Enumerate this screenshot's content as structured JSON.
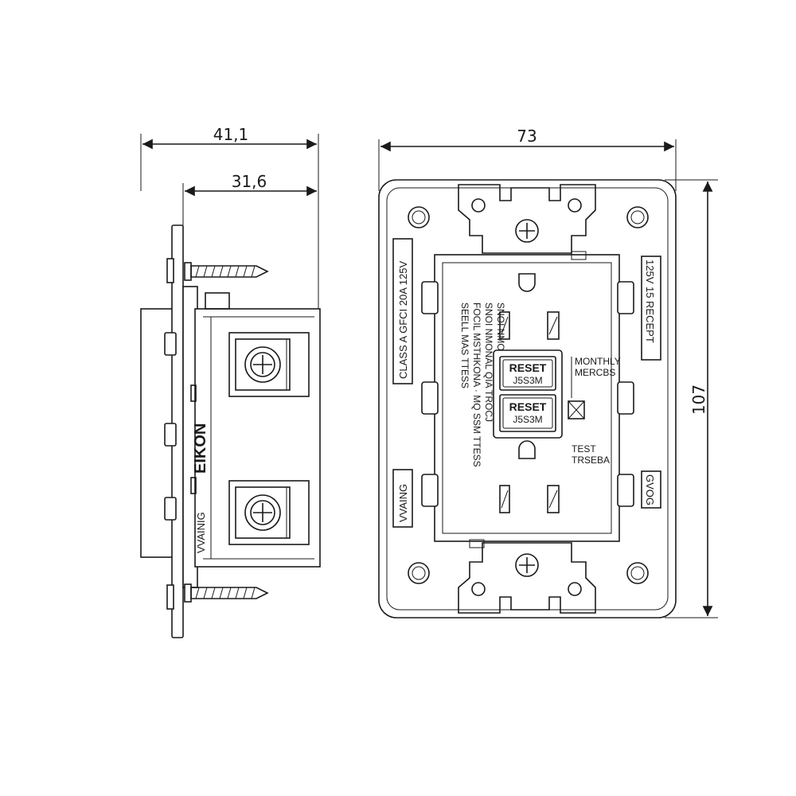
{
  "dimensions": {
    "side_overall": "41,1",
    "side_body": "31,6",
    "front_width": "73",
    "front_height": "107"
  },
  "side_view": {
    "brand": "EIKON",
    "warning": "VVAINIG"
  },
  "front_view": {
    "left_rating": "CLASS A GFCI 20A 125V",
    "right_rating": "125V 15 RECEPT",
    "left_warning": "VVAING",
    "right_bottom": "GVOG",
    "mirrored_line_1": "SEELL MAS TTESS",
    "mirrored_line_2": "FOCIL MSTHKONA · MQ SSM TTESS",
    "mirrored_line_3": "SNOI NMONAL QIA TROCJ",
    "mirrored_line_4": "SNOI NMONAL QIA TROCJ",
    "reset_top": "RESET",
    "reset_top_sub": "J5S3M",
    "reset_bottom": "RESET",
    "reset_bottom_sub": "J5S3M",
    "monthly_1": "MONTHLY",
    "monthly_2": "MERCBS",
    "test_1": "TEST",
    "test_2": "TRSEBA"
  }
}
